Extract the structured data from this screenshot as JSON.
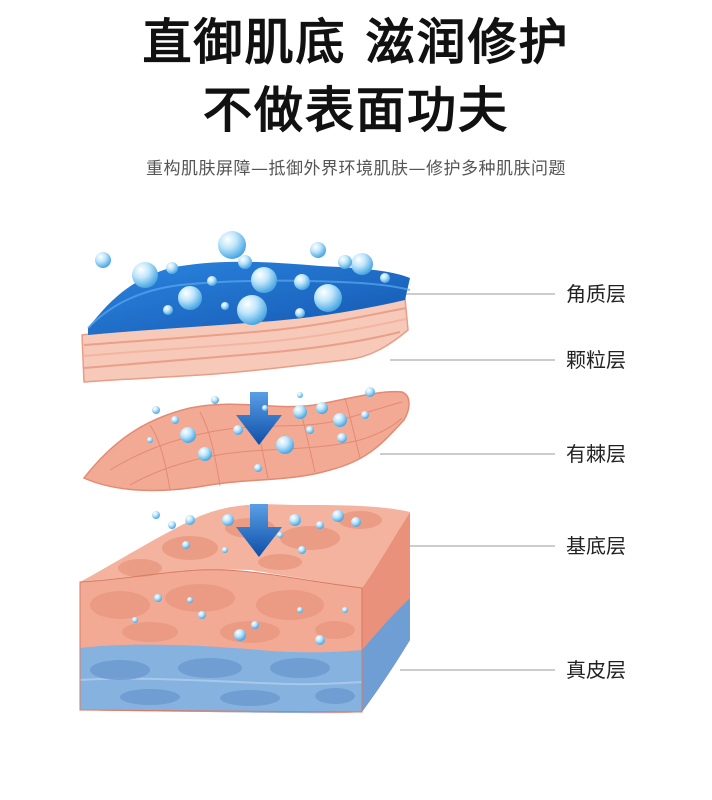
{
  "header": {
    "line1": "直御肌底 滋润修护",
    "line2": "不做表面功夫",
    "subtitle": "重构肌肤屏障—抵御外界环境肌肤—修护多种肌肤问题"
  },
  "layers": [
    {
      "label": "角质层"
    },
    {
      "label": "颗粒层"
    },
    {
      "label": "有棘层"
    },
    {
      "label": "基底层"
    },
    {
      "label": "真皮层"
    }
  ],
  "colors": {
    "stratum_corneum": "#1f6fc7",
    "skin_pink": "#f2aa94",
    "skin_light": "#f9d2c1",
    "dermis_blue": "#7ea9d8",
    "arrow_blue": "#1565c0",
    "droplet": "#8fd0f3"
  }
}
